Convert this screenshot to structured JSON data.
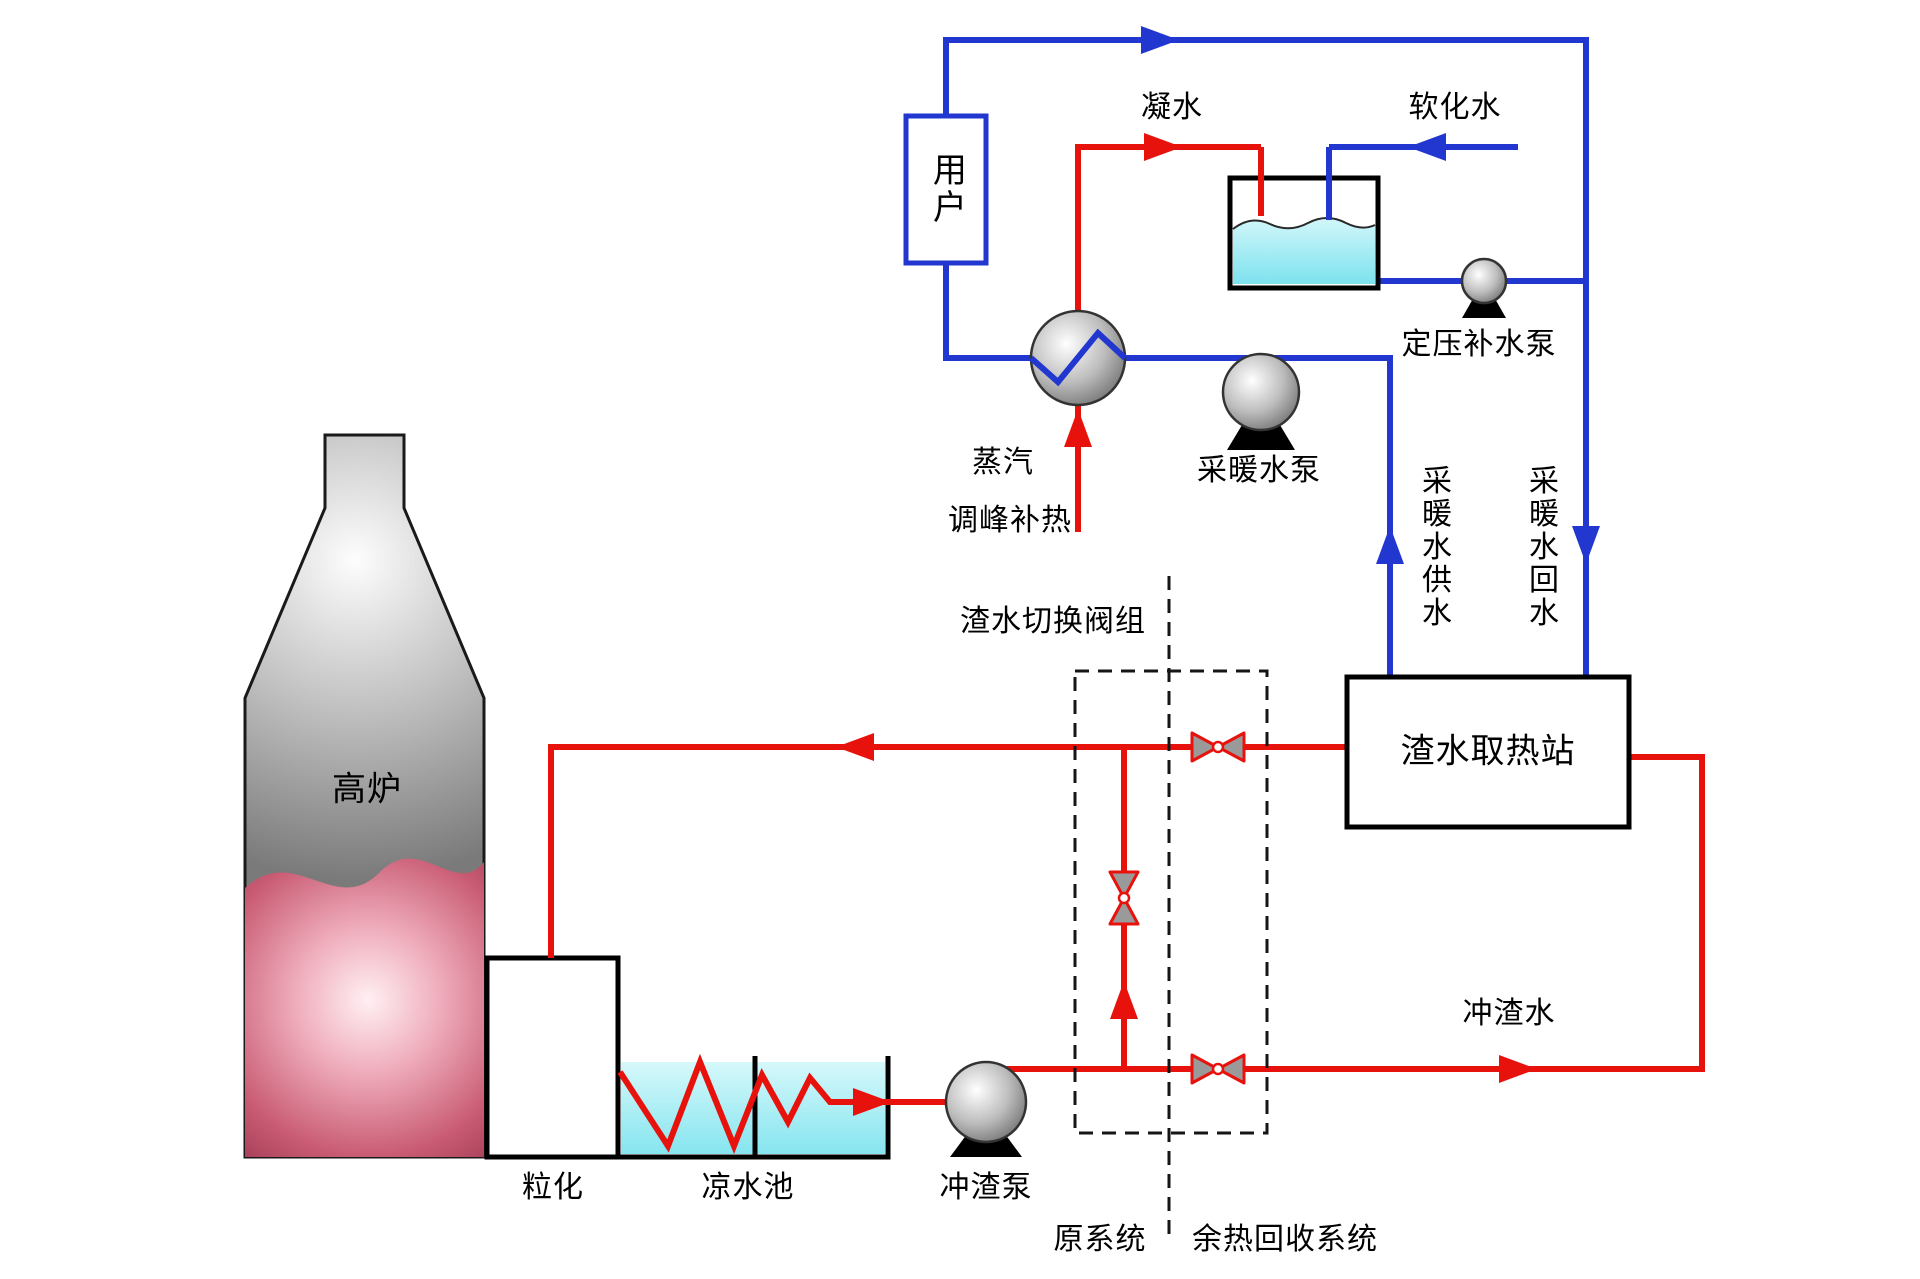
{
  "colors": {
    "red": "#e8120d",
    "blue": "#2237cf",
    "valve_gray": "#9a9a9a"
  },
  "labels": {
    "user": "用户",
    "condensate": "凝水",
    "softened_water": "软化水",
    "pressure_makeup_pump": "定压补水泵",
    "heating_water_pump": "采暖水泵",
    "steam": "蒸汽",
    "peak_shaving_heat": "调峰补热",
    "heating_supply_water": "采暖水供水",
    "heating_return_water": "采暖水回水",
    "slag_water_valve_group": "渣水切换阀组",
    "slag_water_heat_station": "渣水取热站",
    "blast_furnace": "高炉",
    "granulation": "粒化",
    "cooling_pool": "凉水池",
    "slag_flushing_pump": "冲渣泵",
    "slag_flushing_water": "冲渣水",
    "original_system": "原系统",
    "heat_recovery_system": "余热回收系统"
  }
}
